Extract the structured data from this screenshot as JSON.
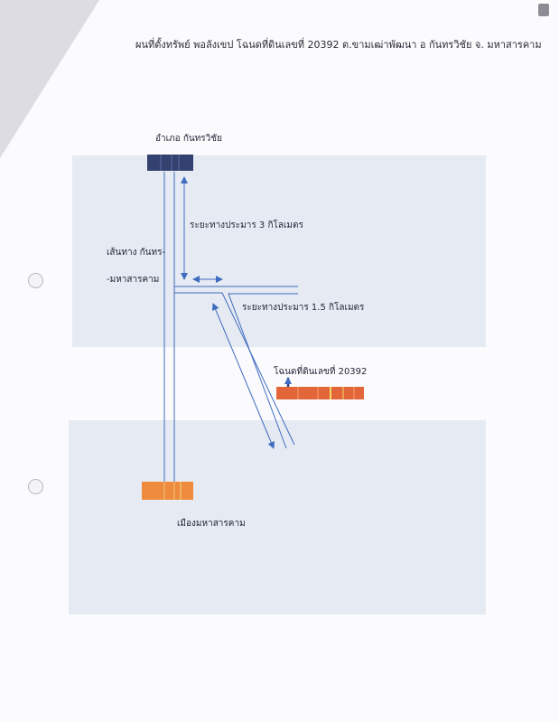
{
  "title": "ผนที่ตั้งทรัพย์ พอลังเขป โฉนดที่ดินเลขที่ 20392  ต.ขามเฒ่าพัฒนา อ กันทรวิชัย  จ. มหาสารคาม",
  "labels": {
    "district": "อำเภอ กันทรวิชัย",
    "road_line1": "เส้นทาง กันทร-",
    "road_line2": "-มหาสารคาม",
    "distance_3km": "ระยะทางประมาร 3 กิโลเมตร",
    "distance_1_5km": "ระยะทางประมาร 1.5 กิโลเมตร",
    "parcel": "โฉนดที่ดินเลขที่  20392",
    "city": "เมืองมหาสารคาม"
  },
  "colors": {
    "road": "#3f6cc0",
    "district_marker": "#33416e",
    "parcel_marker": "#e3663a",
    "city_marker": "#ee8b3c"
  }
}
